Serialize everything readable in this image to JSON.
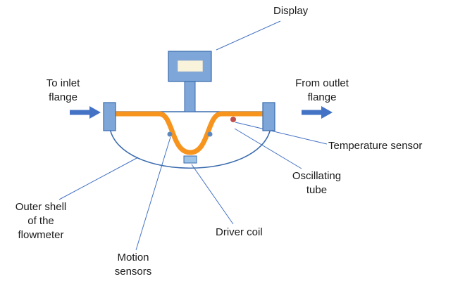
{
  "labels": {
    "display": "Display",
    "inlet": "To inlet\nflange",
    "outlet": "From outlet\nflange",
    "temperature_sensor": "Temperature sensor",
    "oscillating_tube": "Oscillating\ntube",
    "outer_shell": "Outer shell\nof the\nflowmeter",
    "driver_coil": "Driver coil",
    "motion_sensors": "Motion\nsensors"
  },
  "colors": {
    "outline_blue": "#3A6BAE",
    "fill_blue": "#7EA6D8",
    "light_blue": "#9DC3E6",
    "arrow_blue": "#4472C4",
    "pointer_blue": "#4472C4",
    "tube_orange": "#F7941E",
    "sensor_dot_blue": "#5B87C0",
    "temperature_dot_red": "#C0504D",
    "screen_cream": "#FAF3DC",
    "text": "#1A1A1A"
  }
}
